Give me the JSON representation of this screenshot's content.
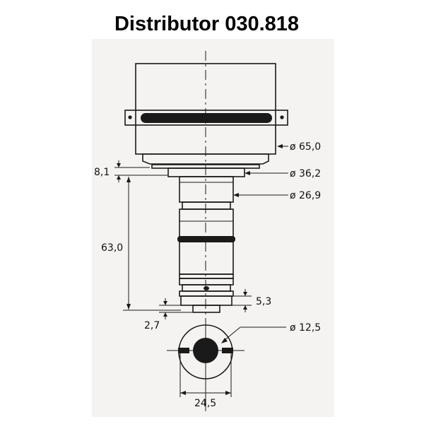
{
  "title": "Distributor 030.818",
  "dimensions": {
    "d_cap": "ø 65,0",
    "d_flange": "ø 36,2",
    "d_shaft": "ø 26,9",
    "d_drive": "ø 12,5",
    "h_flange": "8,1",
    "h_shaft": "63,0",
    "h_ring": "5,3",
    "h_tip": "2,7",
    "w_end": "24,5"
  },
  "colors": {
    "paper": "#f4f3f1",
    "ink": "#1a1a1a"
  }
}
